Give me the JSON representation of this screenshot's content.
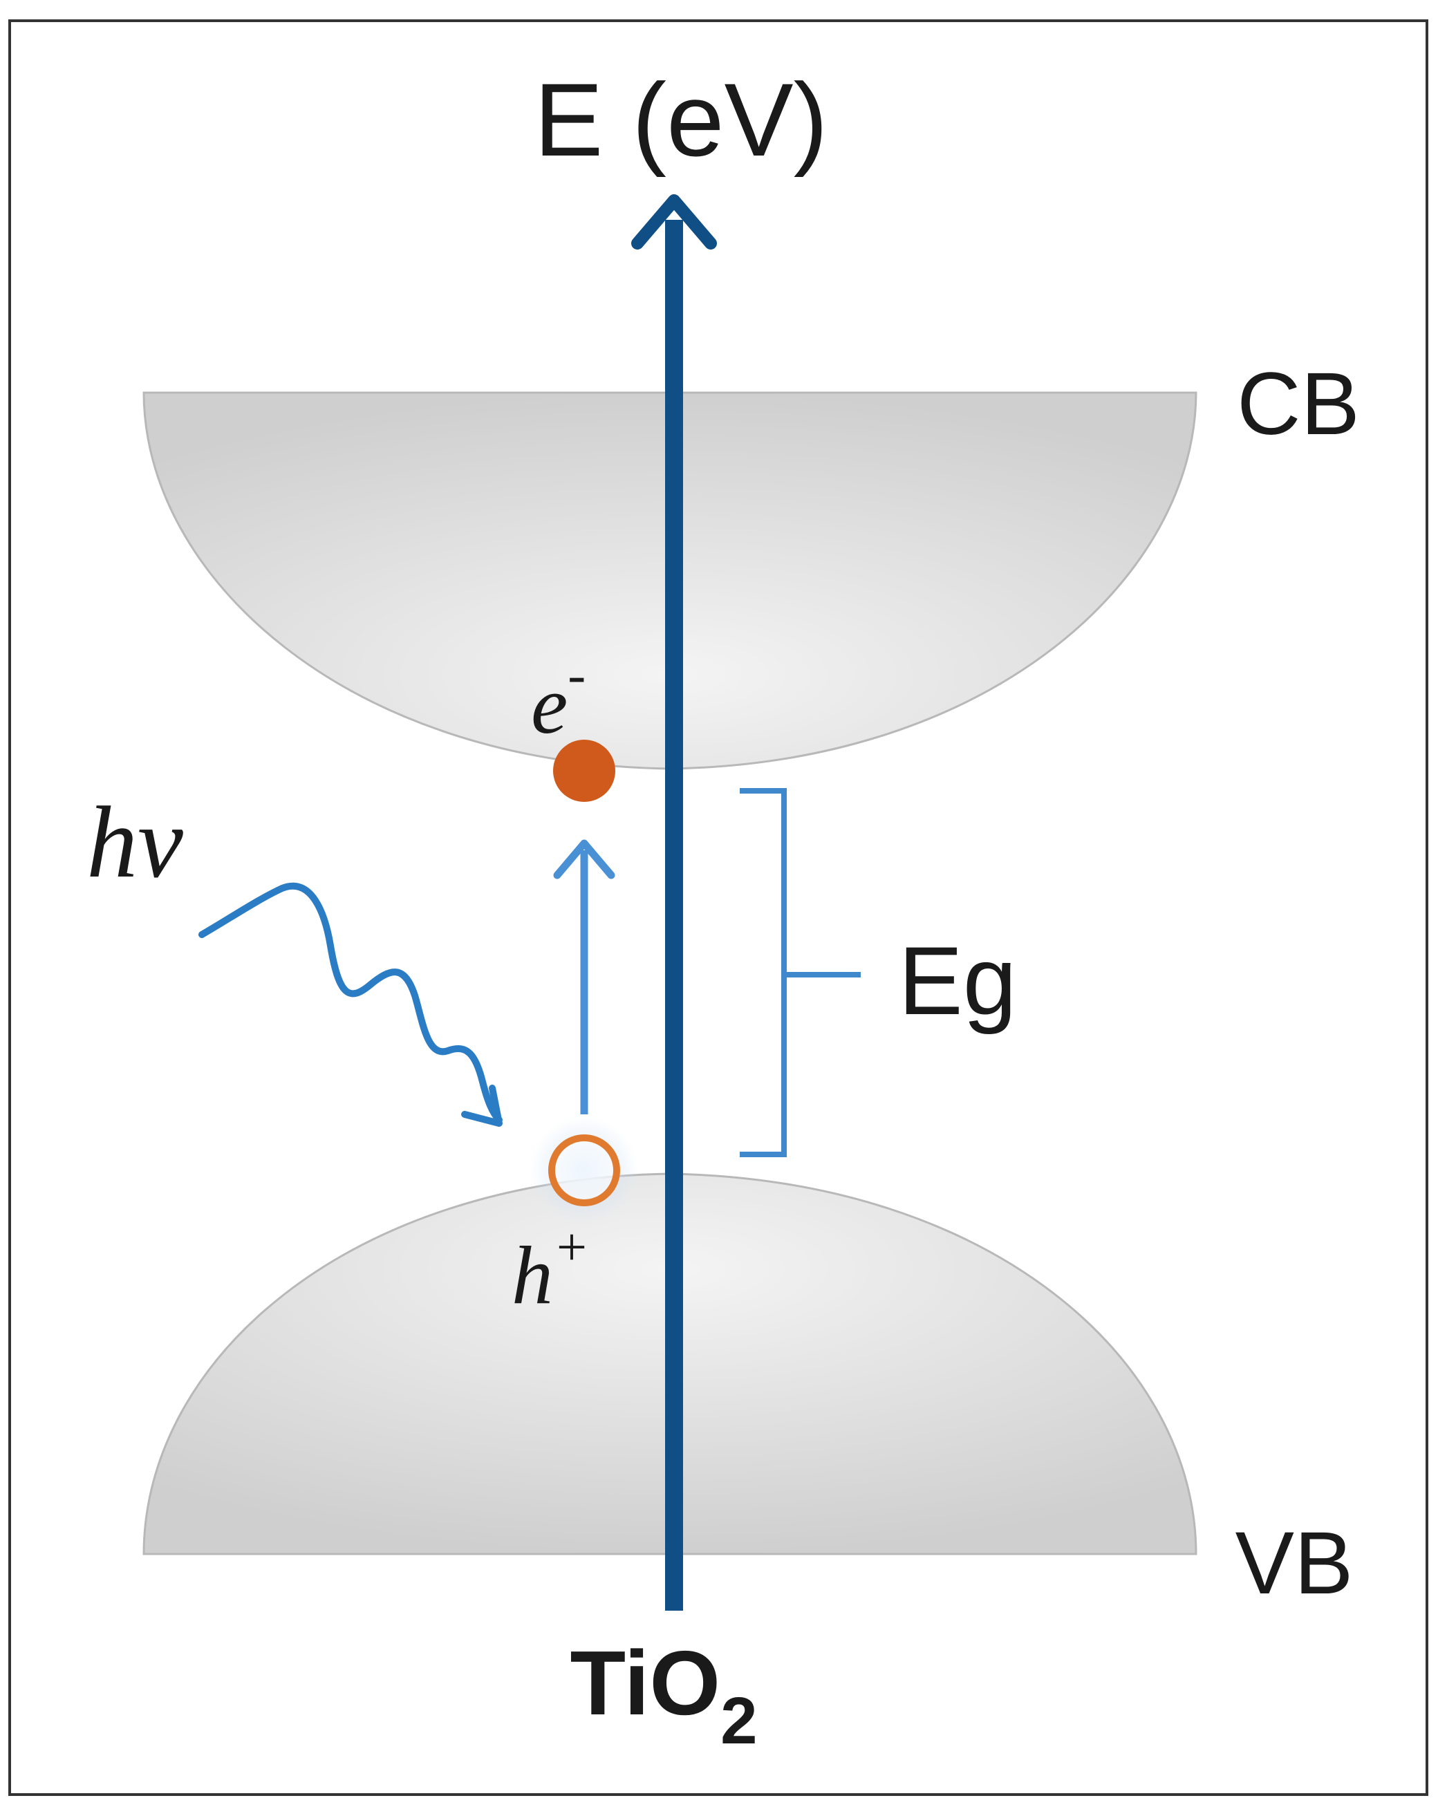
{
  "axis": {
    "label": "E (eV)",
    "material_main": "TiO",
    "material_subscript": "2",
    "color": "#0f4f86"
  },
  "bands": {
    "conduction": {
      "label": "CB"
    },
    "valence": {
      "label": "VB"
    },
    "fill_color": "#d2d2d2"
  },
  "gap": {
    "label": "Eg",
    "bracket_color": "#3f88cc"
  },
  "carriers": {
    "electron": {
      "symbol": "e",
      "charge": "-",
      "color": "#cf5a1b"
    },
    "hole": {
      "symbol": "h",
      "charge": "+",
      "color": "#e07a2e"
    }
  },
  "photon": {
    "label": "hv",
    "wave_color": "#2a7cc4"
  },
  "excitation_arrow_color": "#4a90d4",
  "frame_color": "#333333"
}
